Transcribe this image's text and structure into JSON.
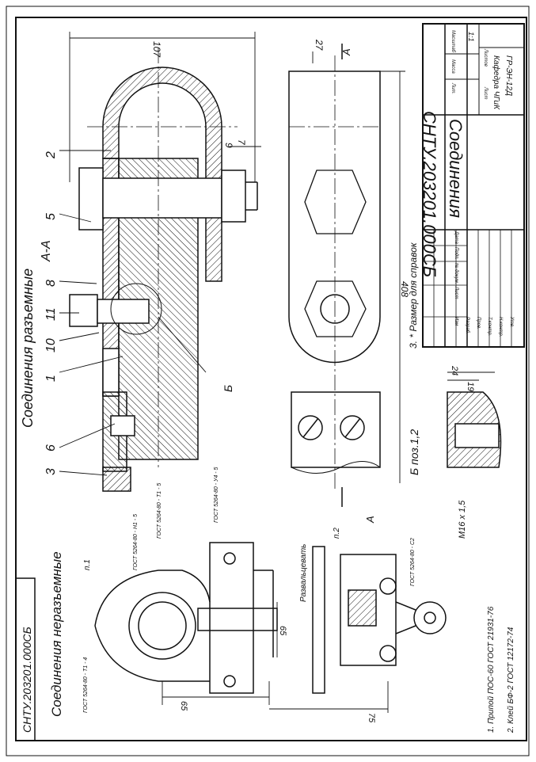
{
  "drawing": {
    "code": "СНТУ.203201.000СБ",
    "code_small": "СНТУ.203201.000СБ",
    "name": "Соединения",
    "department": "Кафедра ЧГиК",
    "group": "ГР-ЭН-12Д",
    "scale": "1:1",
    "sheet_label": "Лист",
    "sheets_label": "Листов",
    "lit_label": "Лит.",
    "mass_label": "Масса",
    "scale_label": "Масштаб"
  },
  "title_block": {
    "rows": [
      "Изм",
      "Разраб.",
      "Пров.",
      "Т.контр.",
      "Н.контр.",
      "Утв."
    ],
    "cols": [
      "Лист",
      "№ докум.",
      "Подп.",
      "Дата"
    ]
  },
  "top_view": {
    "title_detachable": "Соединения разъемные",
    "section": "А-А",
    "dim_107": "107",
    "dim_27": "27",
    "dim_408": "408",
    "dim_24": "24",
    "dim_19": "19",
    "roughness": "9",
    "roughness_2": "7",
    "note_reference": "3. * Размер для справок",
    "detail_label": "Б поз.1,2",
    "detail_b": "Б",
    "thread": "М16 х 1,5",
    "cut_label_top": "А",
    "cut_label_bottom": "А",
    "callouts": [
      "2",
      "5",
      "8",
      "11",
      "10",
      "1",
      "6",
      "3"
    ]
  },
  "bottom_view": {
    "title_permanent": "Соединения неразъемные",
    "gost_weld_1": "ГОСТ 5264-80 - Т1 - 4",
    "gost_weld_2": "ГОСТ 5264-80 - Н1 - 5",
    "gost_weld_3": "ГОСТ 5264-80 - Т1 - 5",
    "gost_weld_4": "ГОСТ 5264-80 - У4 - 5",
    "gost_weld_5": "ГОСТ 5264-80 - С2",
    "label_p1": "п.1",
    "label_p2": "п.2",
    "label_flare": "Развальцевать",
    "dim_65a": "65",
    "dim_65b": "65",
    "dim_75": "75",
    "note_1": "1. Припой ПОС-60 ГОСТ 21931-76",
    "note_2": "2. Клей БФ-2 ГОСТ 12172-74"
  }
}
